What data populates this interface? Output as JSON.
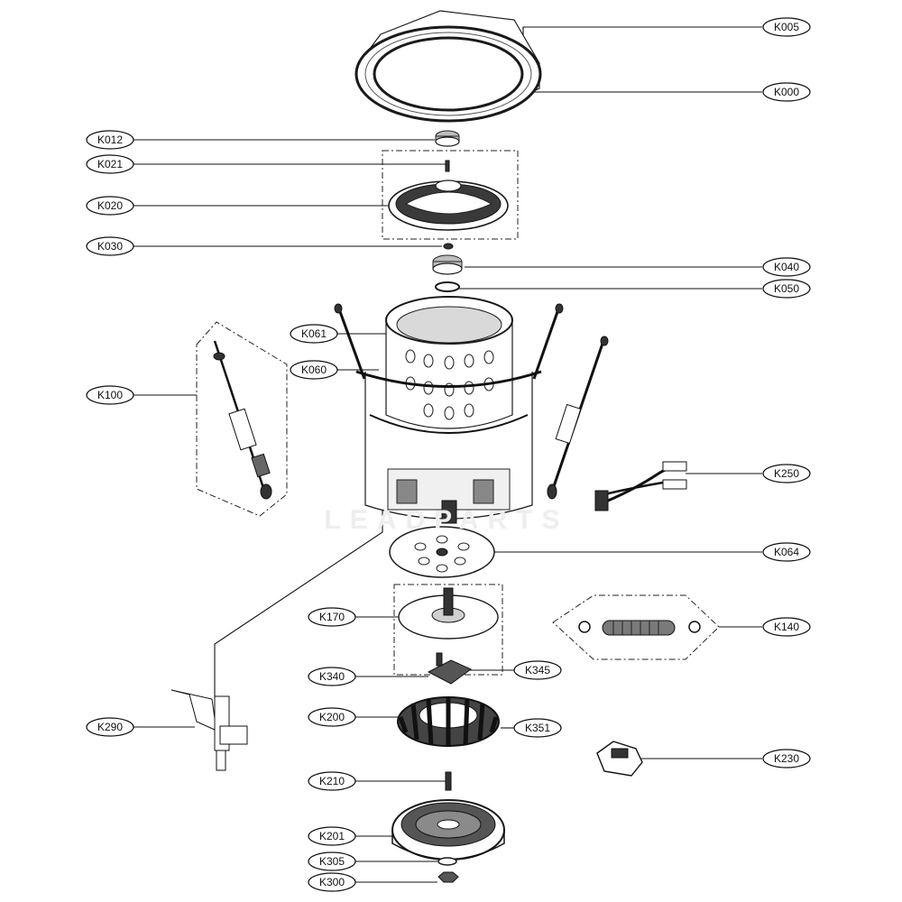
{
  "labels": {
    "K005": "K005",
    "K000": "K000",
    "K012": "K012",
    "K021": "K021",
    "K020": "K020",
    "K030": "K030",
    "K040": "K040",
    "K050": "K050",
    "K061": "K061",
    "K060": "K060",
    "K100": "K100",
    "K250": "K250",
    "K064": "K064",
    "K170": "K170",
    "K140": "K140",
    "K340": "K340",
    "K345": "K345",
    "K200": "K200",
    "K351": "K351",
    "K290": "K290",
    "K230": "K230",
    "K210": "K210",
    "K201": "K201",
    "K305": "K305",
    "K300": "K300"
  },
  "watermark": "LEADPARTS"
}
